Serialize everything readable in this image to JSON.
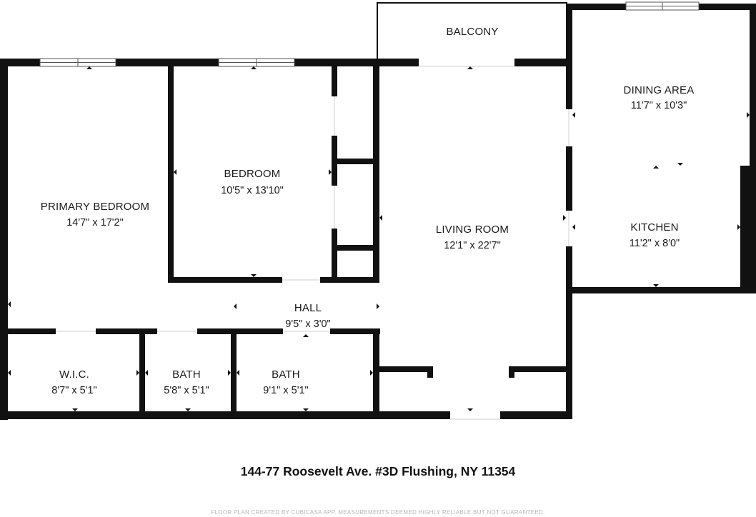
{
  "rooms": {
    "balcony": {
      "name": "BALCONY"
    },
    "dining_area": {
      "name": "DINING AREA",
      "dims": "11'7\" x 10'3\""
    },
    "bedroom": {
      "name": "BEDROOM",
      "dims": "10'5\" x 13'10\""
    },
    "primary_bedroom": {
      "name": "PRIMARY BEDROOM",
      "dims": "14'7\" x 17'2\""
    },
    "living_room": {
      "name": "LIVING ROOM",
      "dims": "12'1\" x 22'7\""
    },
    "kitchen": {
      "name": "KITCHEN",
      "dims": "11'2\" x 8'0\""
    },
    "hall": {
      "name": "HALL",
      "dims": "9'5\" x 3'0\""
    },
    "wic": {
      "name": "W.I.C.",
      "dims": "8'7\" x 5'1\""
    },
    "bath_small": {
      "name": "BATH",
      "dims": "5'8\" x 5'1\""
    },
    "bath_large": {
      "name": "BATH",
      "dims": "9'1\" x 5'1\""
    }
  },
  "address": "144-77 Roosevelt Ave. #3D Flushing, NY 11354",
  "disclaimer": "FLOOR PLAN CREATED BY CUBICASA APP. MEASUREMENTS DEEMED HIGHLY RELIABLE BUT NOT GUARANTEED.",
  "colors": {
    "wall": "#111111",
    "window": "#ffffff",
    "text": "#1a1a1a",
    "disclaimer": "#b8b8b8"
  }
}
